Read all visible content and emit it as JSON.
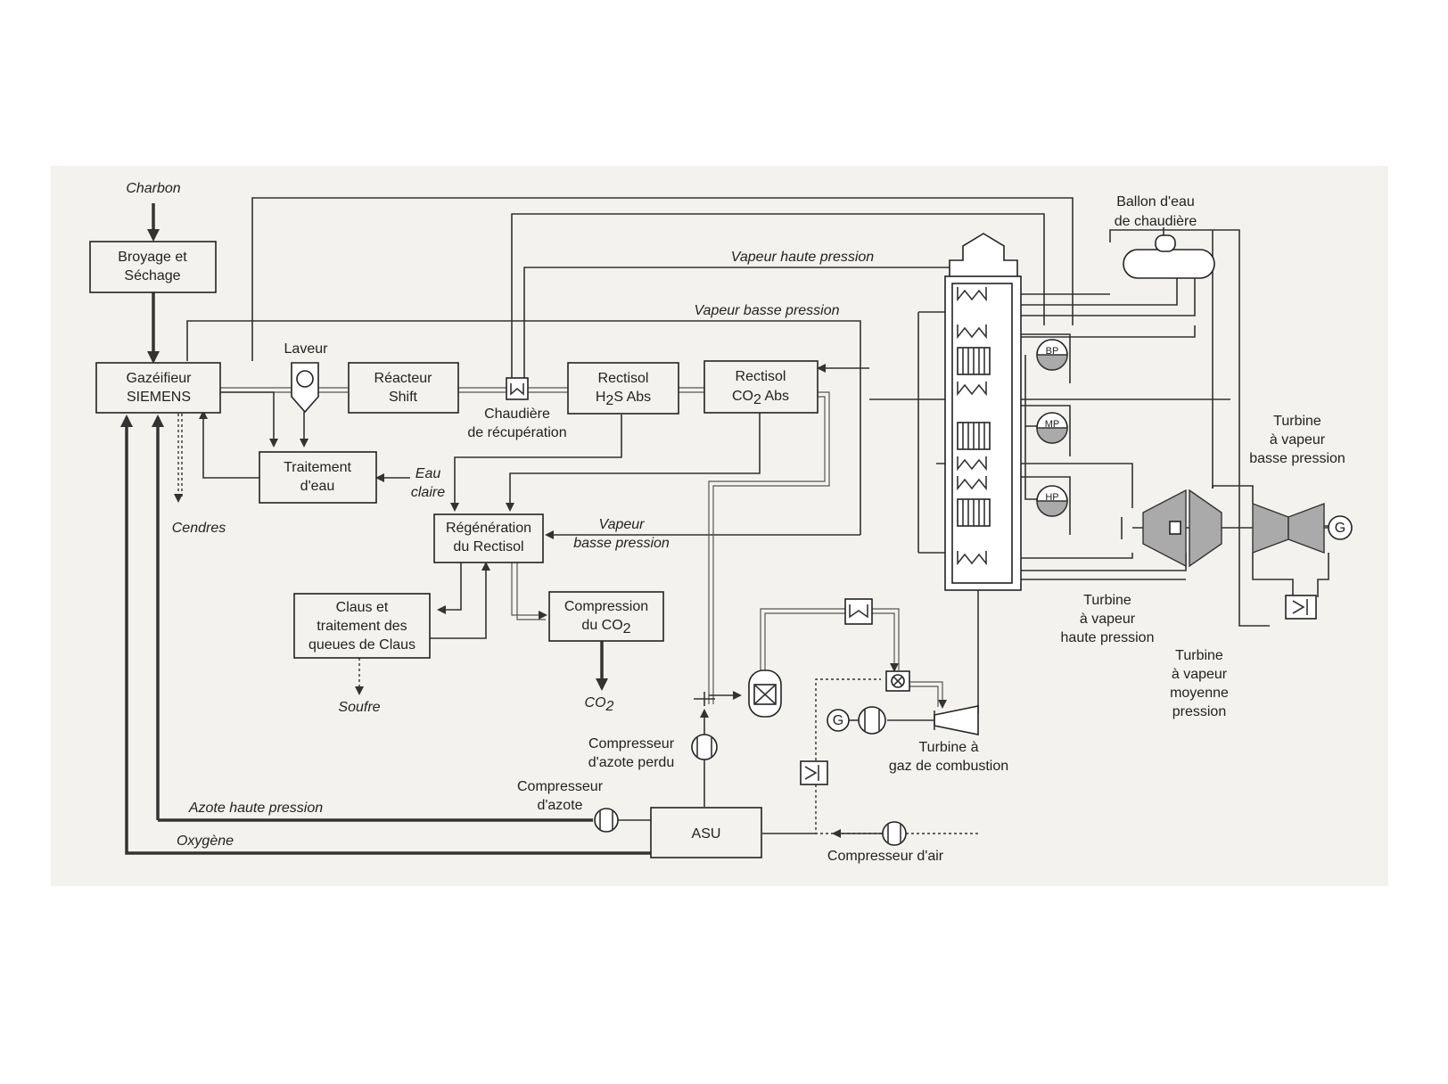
{
  "inputs": {
    "charbon": "Charbon",
    "eau_claire_1": "Eau",
    "eau_claire_2": "claire"
  },
  "boxes": {
    "broyage_1": "Broyage et",
    "broyage_2": "Séchage",
    "gazeifieur_1": "Gazéifieur",
    "gazeifieur_2": "SIEMENS",
    "laveur": "Laveur",
    "reacteur_1": "Réacteur",
    "reacteur_2": "Shift",
    "chaudiere_1": "Chaudière",
    "chaudiere_2": "de récupération",
    "rectisol_h2s_1": "Rectisol",
    "rectisol_h2s_2a": "H",
    "rectisol_h2s_2sub": "2",
    "rectisol_h2s_2b": "S Abs",
    "rectisol_co2_1": "Rectisol",
    "rectisol_co2_2a": "CO",
    "rectisol_co2_2sub": "2",
    "rectisol_co2_2b": " Abs",
    "traitement_1": "Traitement",
    "traitement_2": "d'eau",
    "regeneration_1": "Régénération",
    "regeneration_2": "du Rectisol",
    "claus_1": "Claus et",
    "claus_2": "traitement des",
    "claus_3": "queues de Claus",
    "compression_1": "Compression",
    "compression_2a": "du CO",
    "compression_2sub": "2",
    "asu": "ASU"
  },
  "outputs": {
    "cendres": "Cendres",
    "soufre": "Soufre",
    "co2a": "CO",
    "co2sub": "2"
  },
  "streams": {
    "vapeur_hp": "Vapeur haute pression",
    "vapeur_bp": "Vapeur basse pression",
    "vapeur_bp2_1": "Vapeur",
    "vapeur_bp2_2": "basse pression",
    "azote_hp": "Azote haute pression",
    "oxygene": "Oxygène"
  },
  "equipment": {
    "ballon_1": "Ballon d'eau",
    "ballon_2": "de chaudière",
    "bp": "BP",
    "mp": "MP",
    "hp": "HP",
    "turbine_bp_1": "Turbine",
    "turbine_bp_2": "à vapeur",
    "turbine_bp_3": "basse pression",
    "turbine_hp_1": "Turbine",
    "turbine_hp_2": "à vapeur",
    "turbine_hp_3": "haute pression",
    "turbine_mp_1": "Turbine",
    "turbine_mp_2": "à vapeur",
    "turbine_mp_3": "moyenne",
    "turbine_mp_4": "pression",
    "turbine_gaz_1": "Turbine à",
    "turbine_gaz_2": "gaz de combustion",
    "comp_azote_perdu_1": "Compresseur",
    "comp_azote_perdu_2": "d'azote perdu",
    "comp_azote_1": "Compresseur",
    "comp_azote_2": "d'azote",
    "comp_air": "Compresseur d'air",
    "generator": "G"
  }
}
